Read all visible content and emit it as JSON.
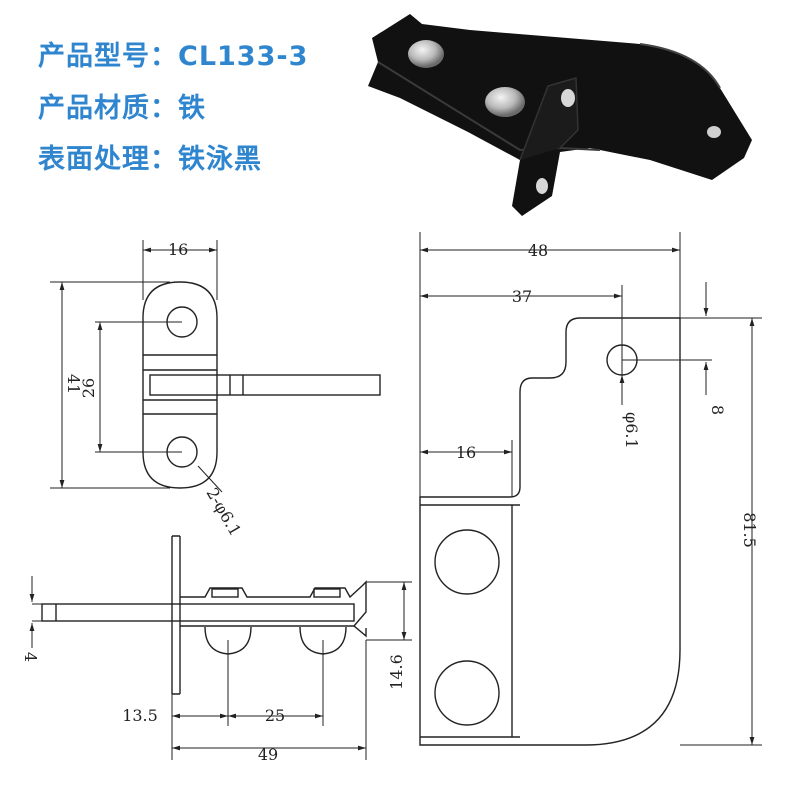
{
  "specs": {
    "model": "产品型号：CL133-3",
    "material": "产品材质：铁",
    "surface": "表面处理：铁泳黑"
  },
  "dimensions": {
    "front_width": "16",
    "front_height": "41",
    "hole_spacing": "26",
    "hole_note": "2-φ6.1",
    "side_width": "48",
    "hole_x": "37",
    "mount_width": "16",
    "hole_offset": "8",
    "hole_dia": "φ6.1",
    "total_height": "81.5",
    "thickness": "4",
    "pin_height": "14.6",
    "pin_offset": "13.5",
    "pin_spacing": "25",
    "bottom_width": "49"
  },
  "colors": {
    "spec_text": "#2f86cf",
    "line": "#222222"
  }
}
